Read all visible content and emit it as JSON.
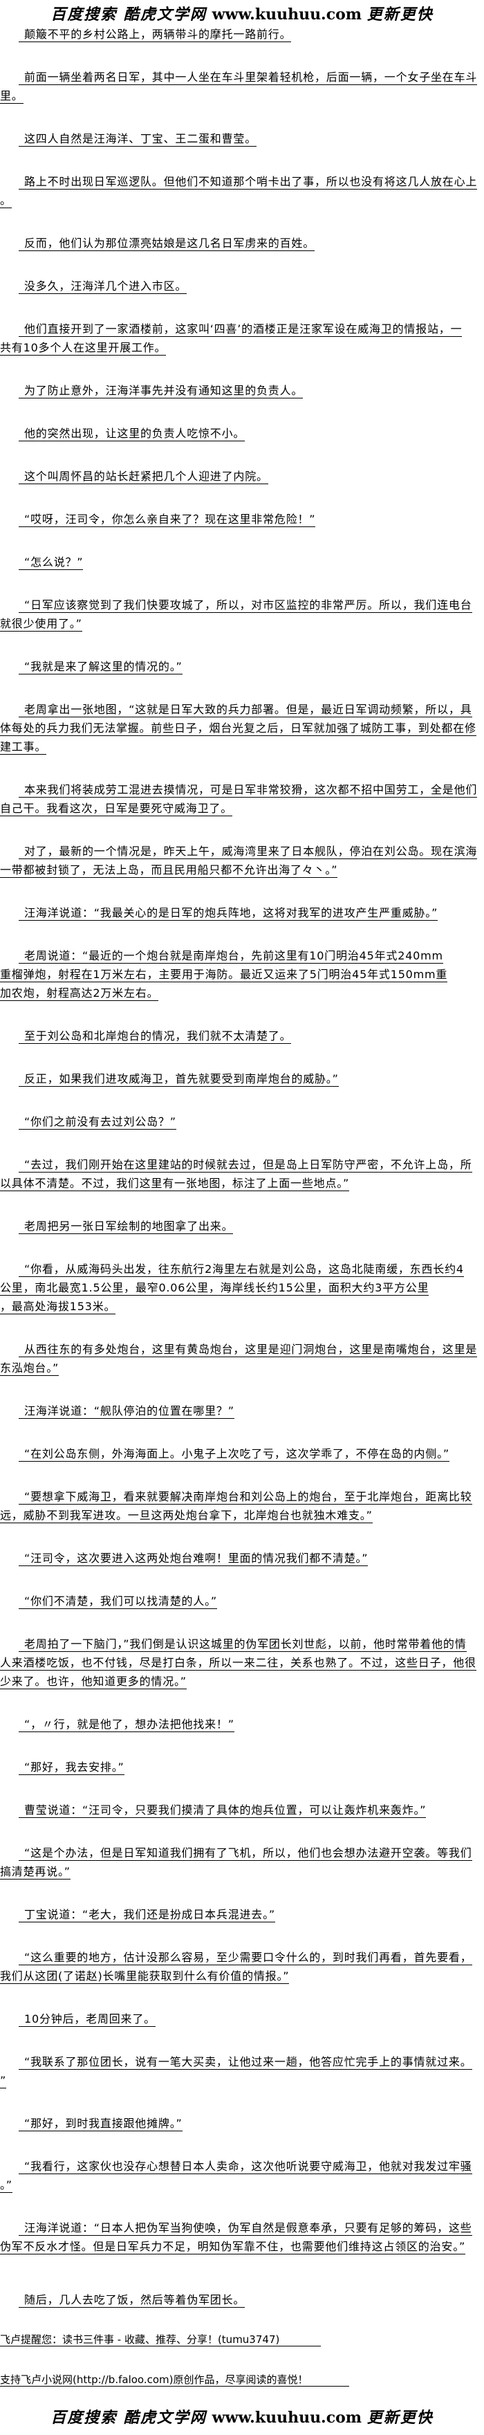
{
  "header_logo": {
    "cn": "百度搜索 酷虎文学网",
    "url": "www.kuuhuu.com",
    "slogan": "更新更快"
  },
  "paragraphs": [
    [
      "颠簸不平的乡村公路上，两辆带斗的摩托一路前行。"
    ],
    [
      "前面一辆坐着两名日军，其中一人坐在车斗里架着轻机枪，后面一辆，一个女子坐在车斗",
      "里。"
    ],
    [
      "这四人自然是汪海洋、丁宝、王二蛋和曹莹。"
    ],
    [
      "路上不时出现日军巡逻队。但他们不知道那个哨卡出了事，所以也没有将这几人放在心上",
      "。"
    ],
    [
      "反而，他们认为那位漂亮姑娘是这几名日军虏来的百姓。"
    ],
    [
      "没多久，汪海洋几个进入市区。"
    ],
    [
      "他们直接开到了一家酒楼前，这家叫‘四喜’的酒楼正是汪家军设在威海卫的情报站，一",
      "共有10多个人在这里开展工作。"
    ],
    [
      "为了防止意外，汪海洋事先并没有通知这里的负责人。"
    ],
    [
      "他的突然出现，让这里的负责人吃惊不小。"
    ],
    [
      "这个叫周怀昌的站长赶紧把几个人迎进了内院。"
    ],
    [
      "“哎呀，汪司令，你怎么亲自来了？现在这里非常危险！”"
    ],
    [
      "“怎么说？”"
    ],
    [
      "“日军应该察觉到了我们快要攻城了，所以，对市区监控的非常严厉。所以，我们连电台",
      "就很少使用了。”"
    ],
    [
      "“我就是来了解这里的情况的。”"
    ],
    [
      "老周拿出一张地图，“这就是日军大致的兵力部署。但是，最近日军调动频繁，所以，具",
      "体每处的兵力我们无法掌握。前些日子，烟台光复之后，日军就加强了城防工事，到处都在修",
      "建工事。"
    ],
    [
      "本来我们将装成劳工混进去摸情况，可是日军非常狡猾，这次都不招中国劳工，全是他们",
      "自己干。我看这次，日军是要死守威海卫了。"
    ],
    [
      "对了，最新的一个情况是，昨天上午，威海湾里来了日本舰队，停泊在刘公岛。现在滨海",
      "一带都被封锁了，无法上岛，而且民用船只都不允许出海了々丶。”"
    ],
    [
      "汪海洋说道：“我最关心的是日军的炮兵阵地，这将对我军的进攻产生严重威胁。”"
    ],
    [
      "老周说道：“最近的一个炮台就是南岸炮台，先前这里有10门明治45年式240mm",
      "重榴弹炮，射程在1万米左右，主要用于海防。最近又运来了5门明治45年式150mm重",
      "加农炮，射程高达2万米左右。"
    ],
    [
      "至于刘公岛和北岸炮台的情况，我们就不太清楚了。"
    ],
    [
      "反正，如果我们进攻威海卫，首先就要受到南岸炮台的威胁。”"
    ],
    [
      "“你们之前没有去过刘公岛？”"
    ],
    [
      "“去过，我们刚开始在这里建站的时候就去过，但是岛上日军防守严密，不允许上岛，所",
      "以具体不清楚。不过，我们这里有一张地图，标注了上面一些地点。”"
    ],
    [
      "老周把另一张日军绘制的地图拿了出来。"
    ],
    [
      "“你看，从威海码头出发，往东航行2海里左右就是刘公岛，这岛北陡南缓，东西长约4",
      "公里，南北最宽1.5公里，最窄0.06公里，海岸线长约15公里，面积大约3平方公里",
      "，最高处海拔153米。"
    ],
    [
      "从西往东的有多处炮台，这里有黄岛炮台，这里是迎门洞炮台，这里是南嘴炮台，这里是",
      "东泓炮台。”"
    ],
    [
      "汪海洋说道：“舰队停泊的位置在哪里？”"
    ],
    [
      "“在刘公岛东侧，外海海面上。小鬼子上次吃了亏，这次学乖了，不停在岛的内侧。”"
    ],
    [
      "“要想拿下威海卫，看来就要解决南岸炮台和刘公岛上的炮台，至于北岸炮台，距离比较",
      "远，威胁不到我军进攻。一旦这两处炮台拿下，北岸炮台也就独木难支。”"
    ],
    [
      "“汪司令，这次要进入这两处炮台难啊！里面的情况我们都不清楚。”"
    ],
    [
      "“你们不清楚，我们可以找清楚的人。”"
    ],
    [
      "老周拍了一下脑门，”我们倒是认识这城里的伪军团长刘世彪，以前，他时常带着他的情",
      "人来酒楼吃饭，也不付钱，尽是打白条，所以一来二往，关系也熟了。不过，这些日子，他很",
      "少来了。也许，他知道更多的情况。”"
    ],
    [
      "“，〃行，就是他了，想办法把他找来！”"
    ],
    [
      "“那好，我去安排。”"
    ],
    [
      "曹莹说道：“汪司令，只要我们摸清了具体的炮兵位置，可以让轰炸机来轰炸。”"
    ],
    [
      "“这是个办法，但是日军知道我们拥有了飞机，所以，他们也会想办法避开空袭。等我们",
      "搞清楚再说。”"
    ],
    [
      "丁宝说道：“老大，我们还是扮成日本兵混进去。”"
    ],
    [
      "“这么重要的地方，估计没那么容易，至少需要口令什么的，到时我们再看，首先要看，",
      "我们从这团(了诺赵)长嘴里能获取到什么有价值的情报。”"
    ],
    [
      "10分钟后，老周回来了。"
    ],
    [
      "“我联系了那位团长，说有一笔大买卖，让他过来一趟，他答应忙完手上的事情就过来。",
      "”"
    ],
    [
      "“那好，到时我直接跟他摊牌。”"
    ],
    [
      "“我看行，这家伙也没存心想替日本人卖命，这次他听说要守威海卫，他就对我发过牢骚",
      "。”"
    ],
    [
      "汪海洋说道：“日本人把伪军当狗使唤，伪军自然是假意奉承，只要有足够的筹码，这些",
      "伪军不反水才怪。但是日军兵力不足，明知伪军靠不住，也需要他们维持这占领区的治安。”"
    ],
    [
      "随后，几人去吃了饭，然后等着伪军团长。"
    ]
  ],
  "footer": {
    "reminder": "飞卢提醒您：读书三件事 - 收藏、推荐、分享！(tumu3747)",
    "support": "支持飞卢小说网(http://b.faloo.com)原创作品，尽享阅读的喜悦！"
  },
  "footer_logo": {
    "cn": "百度搜索 酷虎文学网",
    "url": "www.kuuhuu.com",
    "slogan": "更新更快"
  }
}
